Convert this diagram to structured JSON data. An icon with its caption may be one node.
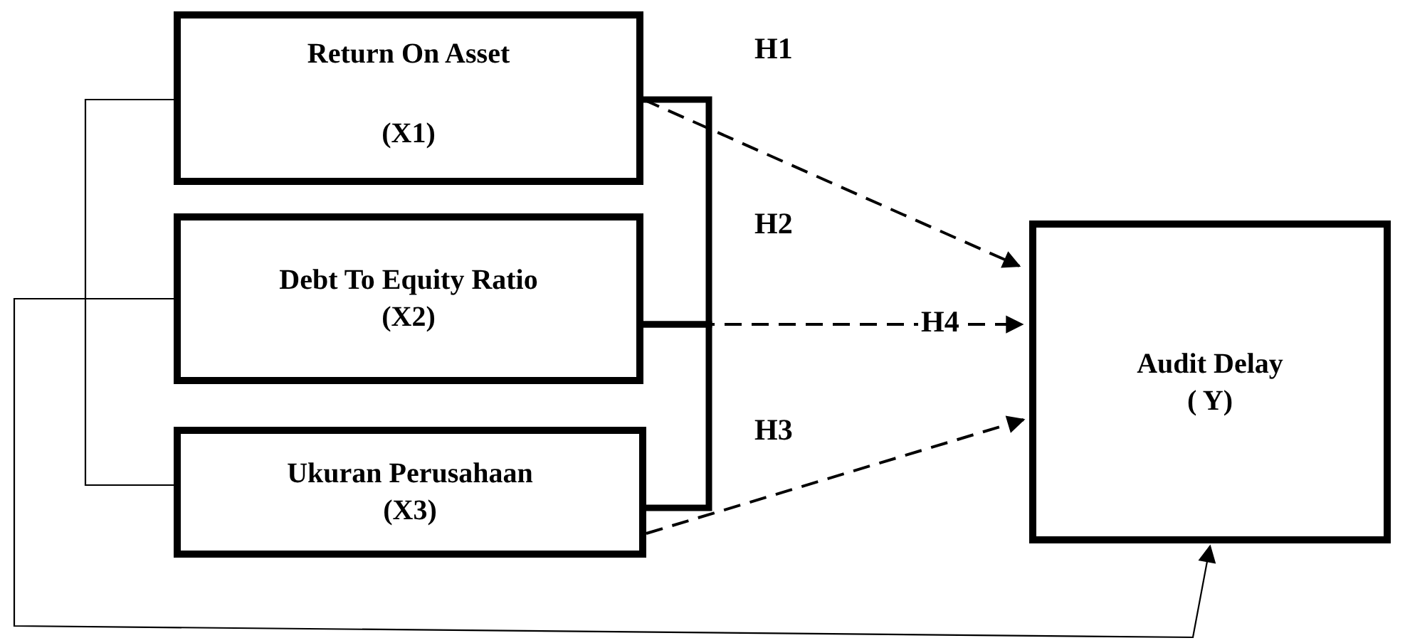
{
  "diagram": {
    "nodes": [
      {
        "text": [
          "Return On Asset",
          "(X1)"
        ]
      },
      {
        "text": [
          "Debt To Equity Ratio",
          "(X2)"
        ]
      },
      {
        "text": [
          "Ukuran Perusahaan",
          "(X3)"
        ]
      },
      {
        "text": [
          "Audit Delay",
          "( Y)"
        ]
      }
    ],
    "edges": [
      {
        "from": 0,
        "to": 3,
        "arrow": "to",
        "label": "H1",
        "style": "dashed"
      },
      {
        "from": 1,
        "to": 3,
        "arrow": "to",
        "label": "H2",
        "style": "dashed"
      },
      {
        "from": 2,
        "to": 3,
        "arrow": "to",
        "label": "H3",
        "style": "dashed"
      },
      {
        "from": 0,
        "to": 1,
        "arrow": "none",
        "style": "thick"
      },
      {
        "from": 2,
        "to": 1,
        "arrow": "none",
        "style": "thick"
      },
      {
        "from": 0,
        "to": 2,
        "arrow": "none"
      },
      {
        "from": 1,
        "to": 3,
        "arrow": "to"
      }
    ],
    "labels": [
      "H4"
    ]
  }
}
